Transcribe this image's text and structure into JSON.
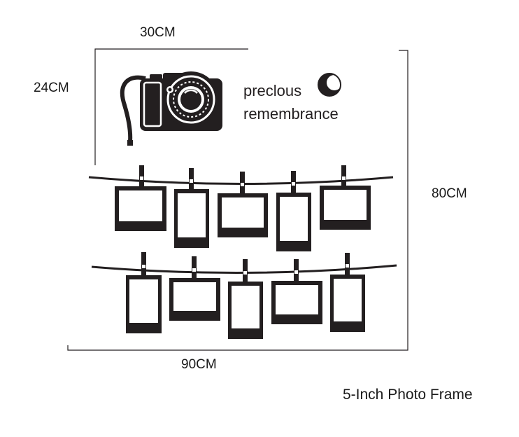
{
  "dimensions": {
    "top_width": "30CM",
    "top_height": "24CM",
    "total_height": "80CM",
    "total_width": "90CM"
  },
  "slogan": {
    "line1": "preclous",
    "line2": "remembrance"
  },
  "caption": "5-Inch Photo Frame",
  "colors": {
    "ink": "#231f20",
    "background": "#ffffff"
  },
  "icons": [
    "camera-icon",
    "crescent-moon-icon",
    "clothespin-icon",
    "photo-frame-icon"
  ]
}
